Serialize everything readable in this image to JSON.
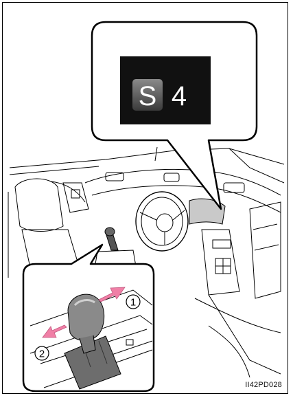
{
  "display": {
    "mode_letter": "S",
    "gear_number": "4"
  },
  "callouts": {
    "up": "1",
    "down": "2"
  },
  "figure_code": "II42PD028",
  "colors": {
    "arrow": "#f07fa6",
    "display_bg": "#111111",
    "line": "#000000"
  },
  "icons": [
    "shift-up-arrow-icon",
    "shift-down-arrow-icon"
  ]
}
